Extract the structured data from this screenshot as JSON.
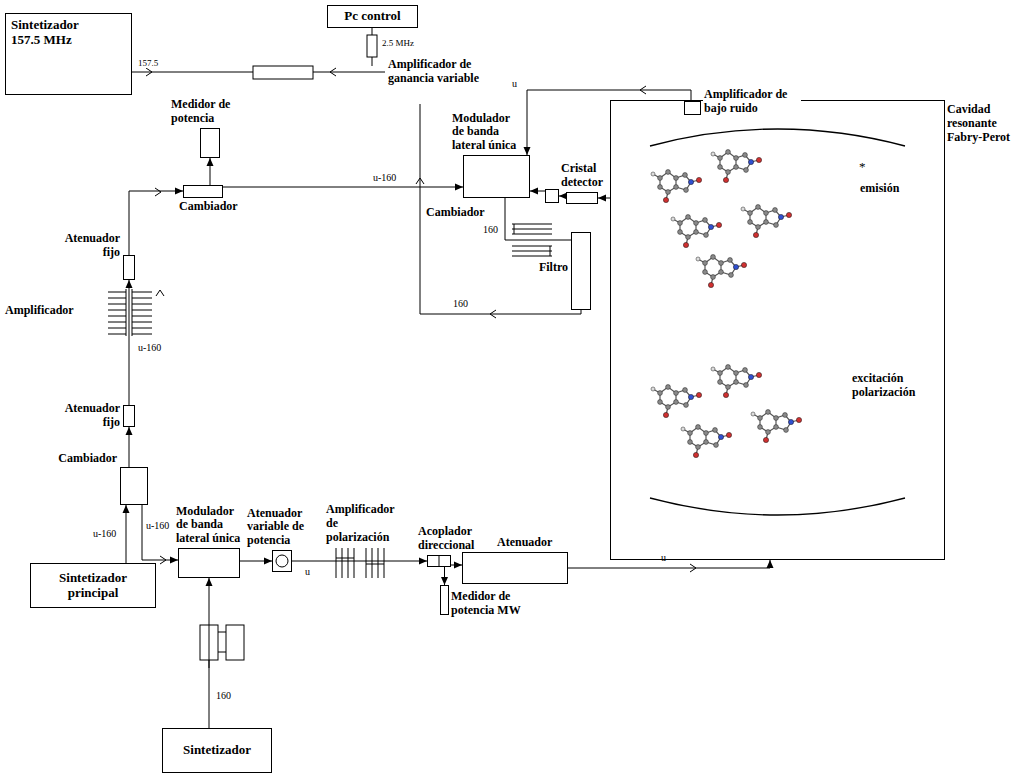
{
  "diagram": {
    "nodes": [
      {
        "text": [
          "Pc control"
        ]
      },
      {
        "text": [
          "Sintetizador 157.5 MHz"
        ]
      },
      {
        "text": [
          "Medidor de potencia"
        ]
      },
      {
        "text": [
          "Cambiador"
        ]
      },
      {
        "text": [
          "Modulador de banda lateral única"
        ]
      },
      {
        "text": [
          "Cambiador"
        ]
      },
      {
        "text": [
          "Cristal detector"
        ]
      },
      {
        "text": [
          "Filtro"
        ]
      },
      {
        "text": [
          "Cavidad resonante Fabry-Perot"
        ]
      },
      {
        "text": [
          "Amplificador de bajo ruido"
        ],
        "in": 8
      },
      {
        "text": [
          "Atenuador fijo"
        ]
      },
      {
        "text": [
          "Atenuador fijo"
        ]
      },
      {
        "text": [
          "Cambiador"
        ]
      },
      {
        "text": [
          "Modulador de banda lateral única"
        ]
      },
      {
        "text": [
          "Atenuador variable de potencia"
        ]
      },
      {
        "text": [
          "Acoplador direccional"
        ]
      },
      {
        "text": [
          "Atenuador"
        ]
      },
      {
        "text": [
          "Medidor de potencia MW"
        ]
      },
      {
        "text": [
          "Sintetizador principal"
        ]
      },
      {
        "text": [
          "Sintetizador"
        ]
      }
    ],
    "edges": [
      {
        "from": 3,
        "to": 2,
        "arrow": "to"
      },
      {
        "from": 3,
        "to": 4,
        "label": "u-160",
        "arrow": "to"
      },
      {
        "from": 10,
        "to": 3,
        "arrow": "to"
      },
      {
        "from": 11,
        "to": 10,
        "label": "u-160",
        "arrow": "to"
      },
      {
        "from": 12,
        "to": 11,
        "arrow": "to"
      },
      {
        "from": 18,
        "to": 12,
        "label": "u-160",
        "arrow": "to"
      },
      {
        "from": 12,
        "to": 13,
        "label": "u-160",
        "arrow": "to"
      },
      {
        "from": 19,
        "to": 13,
        "label": "160",
        "arrow": "to"
      },
      {
        "from": 13,
        "to": 14,
        "arrow": "to"
      },
      {
        "from": 14,
        "to": 15,
        "label": "u",
        "arrow": "to"
      },
      {
        "from": 15,
        "to": 17,
        "arrow": "to"
      },
      {
        "from": 15,
        "to": 16,
        "arrow": "to"
      },
      {
        "from": 16,
        "to": 8,
        "label": "u",
        "arrow": "to"
      },
      {
        "from": 8,
        "to": 6,
        "arrow": "to"
      },
      {
        "from": 6,
        "to": 5,
        "arrow": "to"
      },
      {
        "from": 5,
        "to": 4,
        "arrow": "to"
      },
      {
        "from": 9,
        "to": 4,
        "label": "u",
        "arrow": "to"
      },
      {
        "from": 4,
        "to": 7,
        "label": "160",
        "arrow": "none"
      }
    ],
    "labels": [
      "157.5",
      "2.5 MHz",
      "Amplificador de ganancia variable",
      "160",
      "Amplificador",
      "Amplificador de polarización",
      "*",
      "emisión",
      "excitación polarización"
    ]
  }
}
